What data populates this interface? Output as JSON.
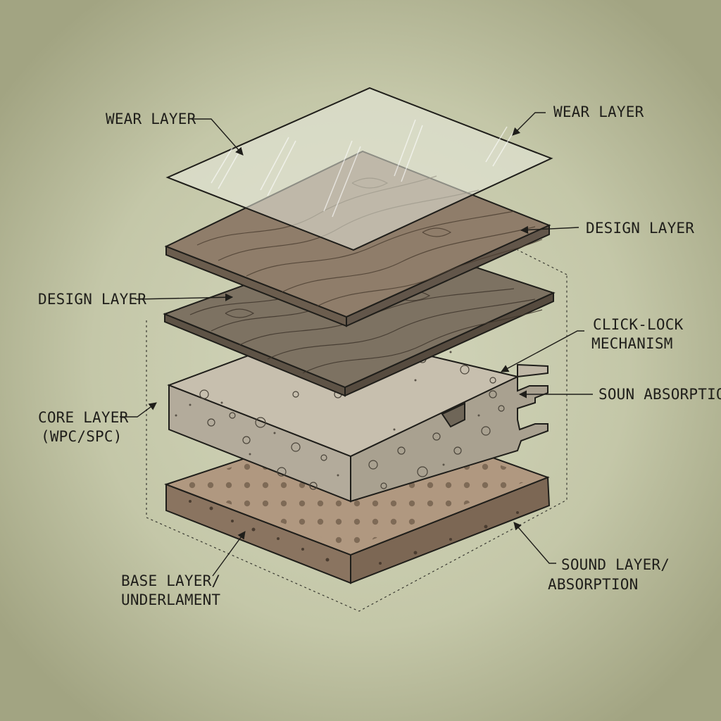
{
  "colors": {
    "background_center": "#cfd2b6",
    "background_edge": "#a4a684",
    "ink": "#1f1e1a",
    "wood_top": "#8c7a68",
    "wood_dark": "#7a6d5e",
    "core_face": "#bfb7a6",
    "base_face": "#b39c84"
  },
  "labels": {
    "wear_left": "WEAR LAYER",
    "wear_right": "WEAR LAYER",
    "design_right": "DESIGN LAYER",
    "design_left": "DESIGN LAYER",
    "click_lock_line1": "CLICK-LOCK",
    "click_lock_line2": "MECHANISM",
    "soun_absorption": "SOUN ABSORPTION",
    "core_line1": "CORE LAYER",
    "core_line2": "(WPC/SPC)",
    "sound_line1": "SOUND LAYER/",
    "sound_line2": "ABSORPTION",
    "base_line1": "BASE LAYER/",
    "base_line2": "UNDERLAMENT"
  }
}
